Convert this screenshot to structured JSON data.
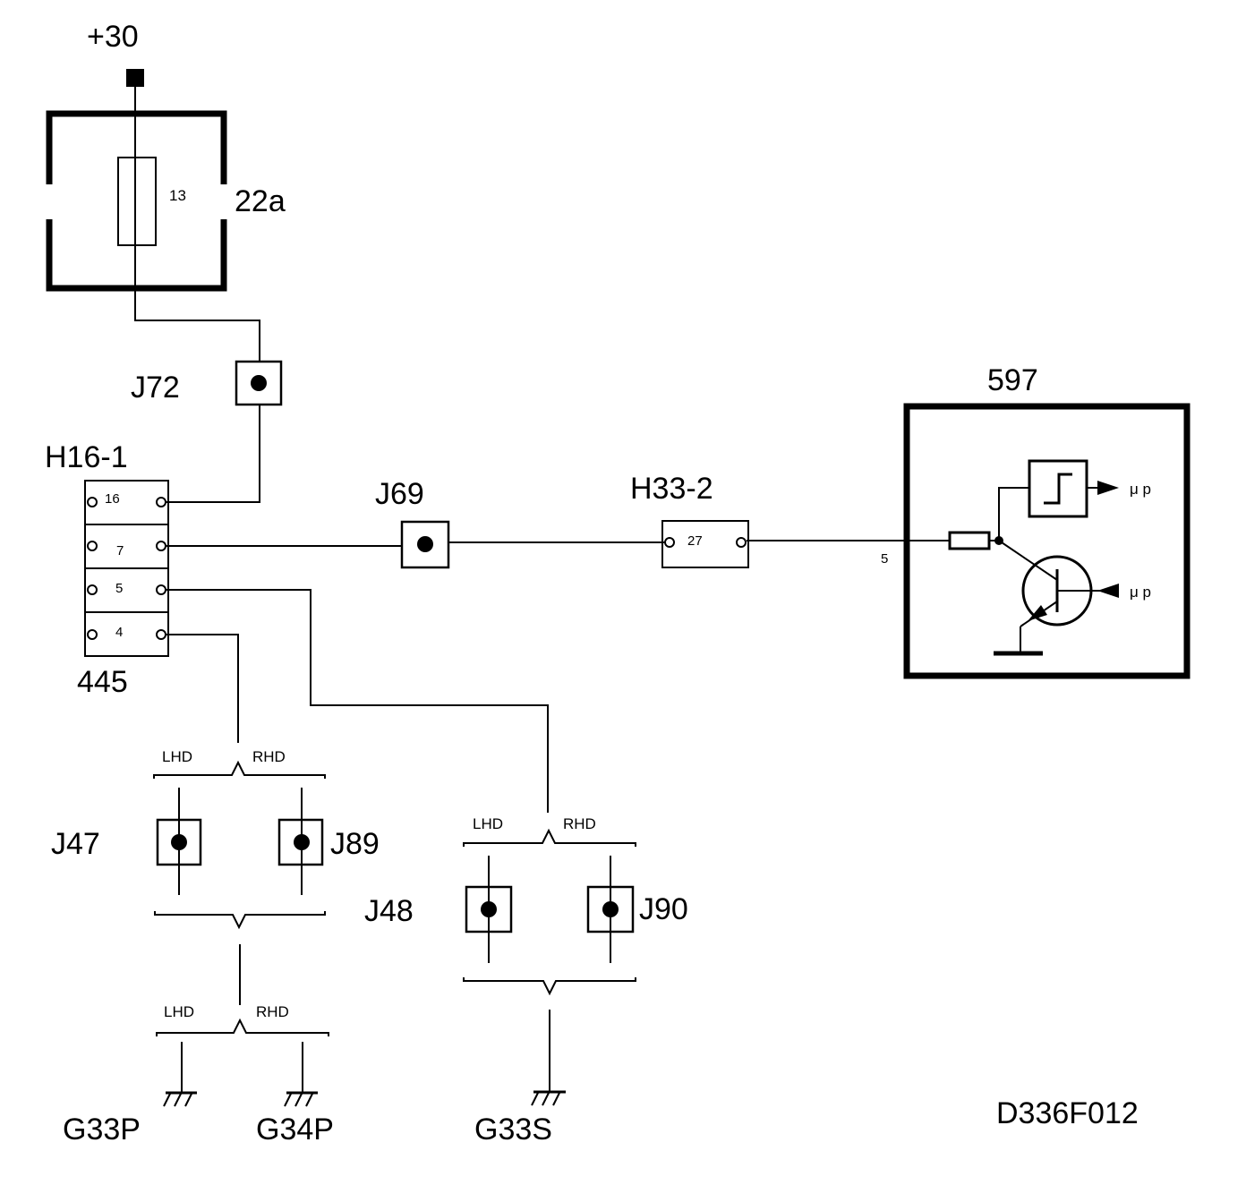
{
  "labels": {
    "supply": "+30",
    "fuse_box": "22a",
    "fuse_number": "13",
    "j72": "J72",
    "connector_h16": "H16-1",
    "connector_h16_part": "445",
    "pins_h16": [
      "16",
      "7",
      "5",
      "4"
    ],
    "j69": "J69",
    "connector_h33": "H33-2",
    "pin_h33": "27",
    "module": "597",
    "module_pin": "5",
    "mu_p_top": "μ p",
    "mu_p_bottom": "μ p",
    "j47": "J47",
    "j89": "J89",
    "j48": "J48",
    "j90": "J90",
    "lhd": "LHD",
    "rhd": "RHD",
    "g33p": "G33P",
    "g34p": "G34P",
    "g33s": "G33S",
    "drawing_id": "D336F012"
  }
}
